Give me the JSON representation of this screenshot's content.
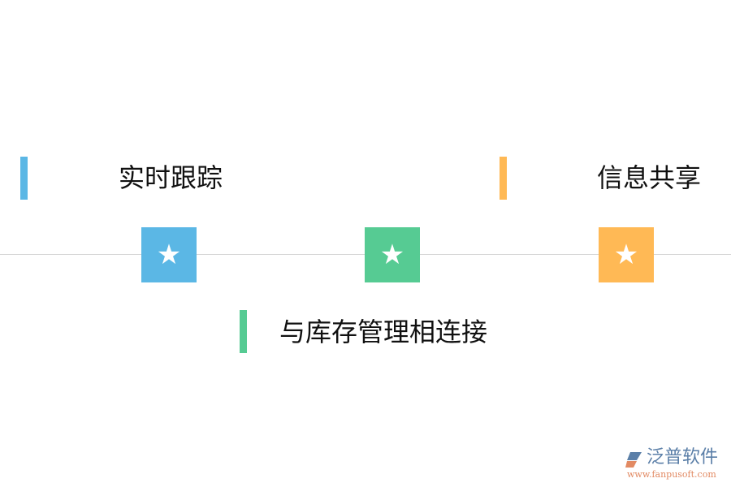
{
  "diagram": {
    "items": [
      {
        "label": "实时跟踪",
        "color": "#5bb7e5",
        "icon": "★"
      },
      {
        "label": "与库存管理相连接",
        "color": "#56cb93",
        "icon": "★"
      },
      {
        "label": "信息共享",
        "color": "#ffb955",
        "icon": "★"
      }
    ],
    "axis_color": "#d6d6d6"
  },
  "watermark": {
    "name": "泛普软件",
    "url": "www.fanpusoft.com"
  }
}
